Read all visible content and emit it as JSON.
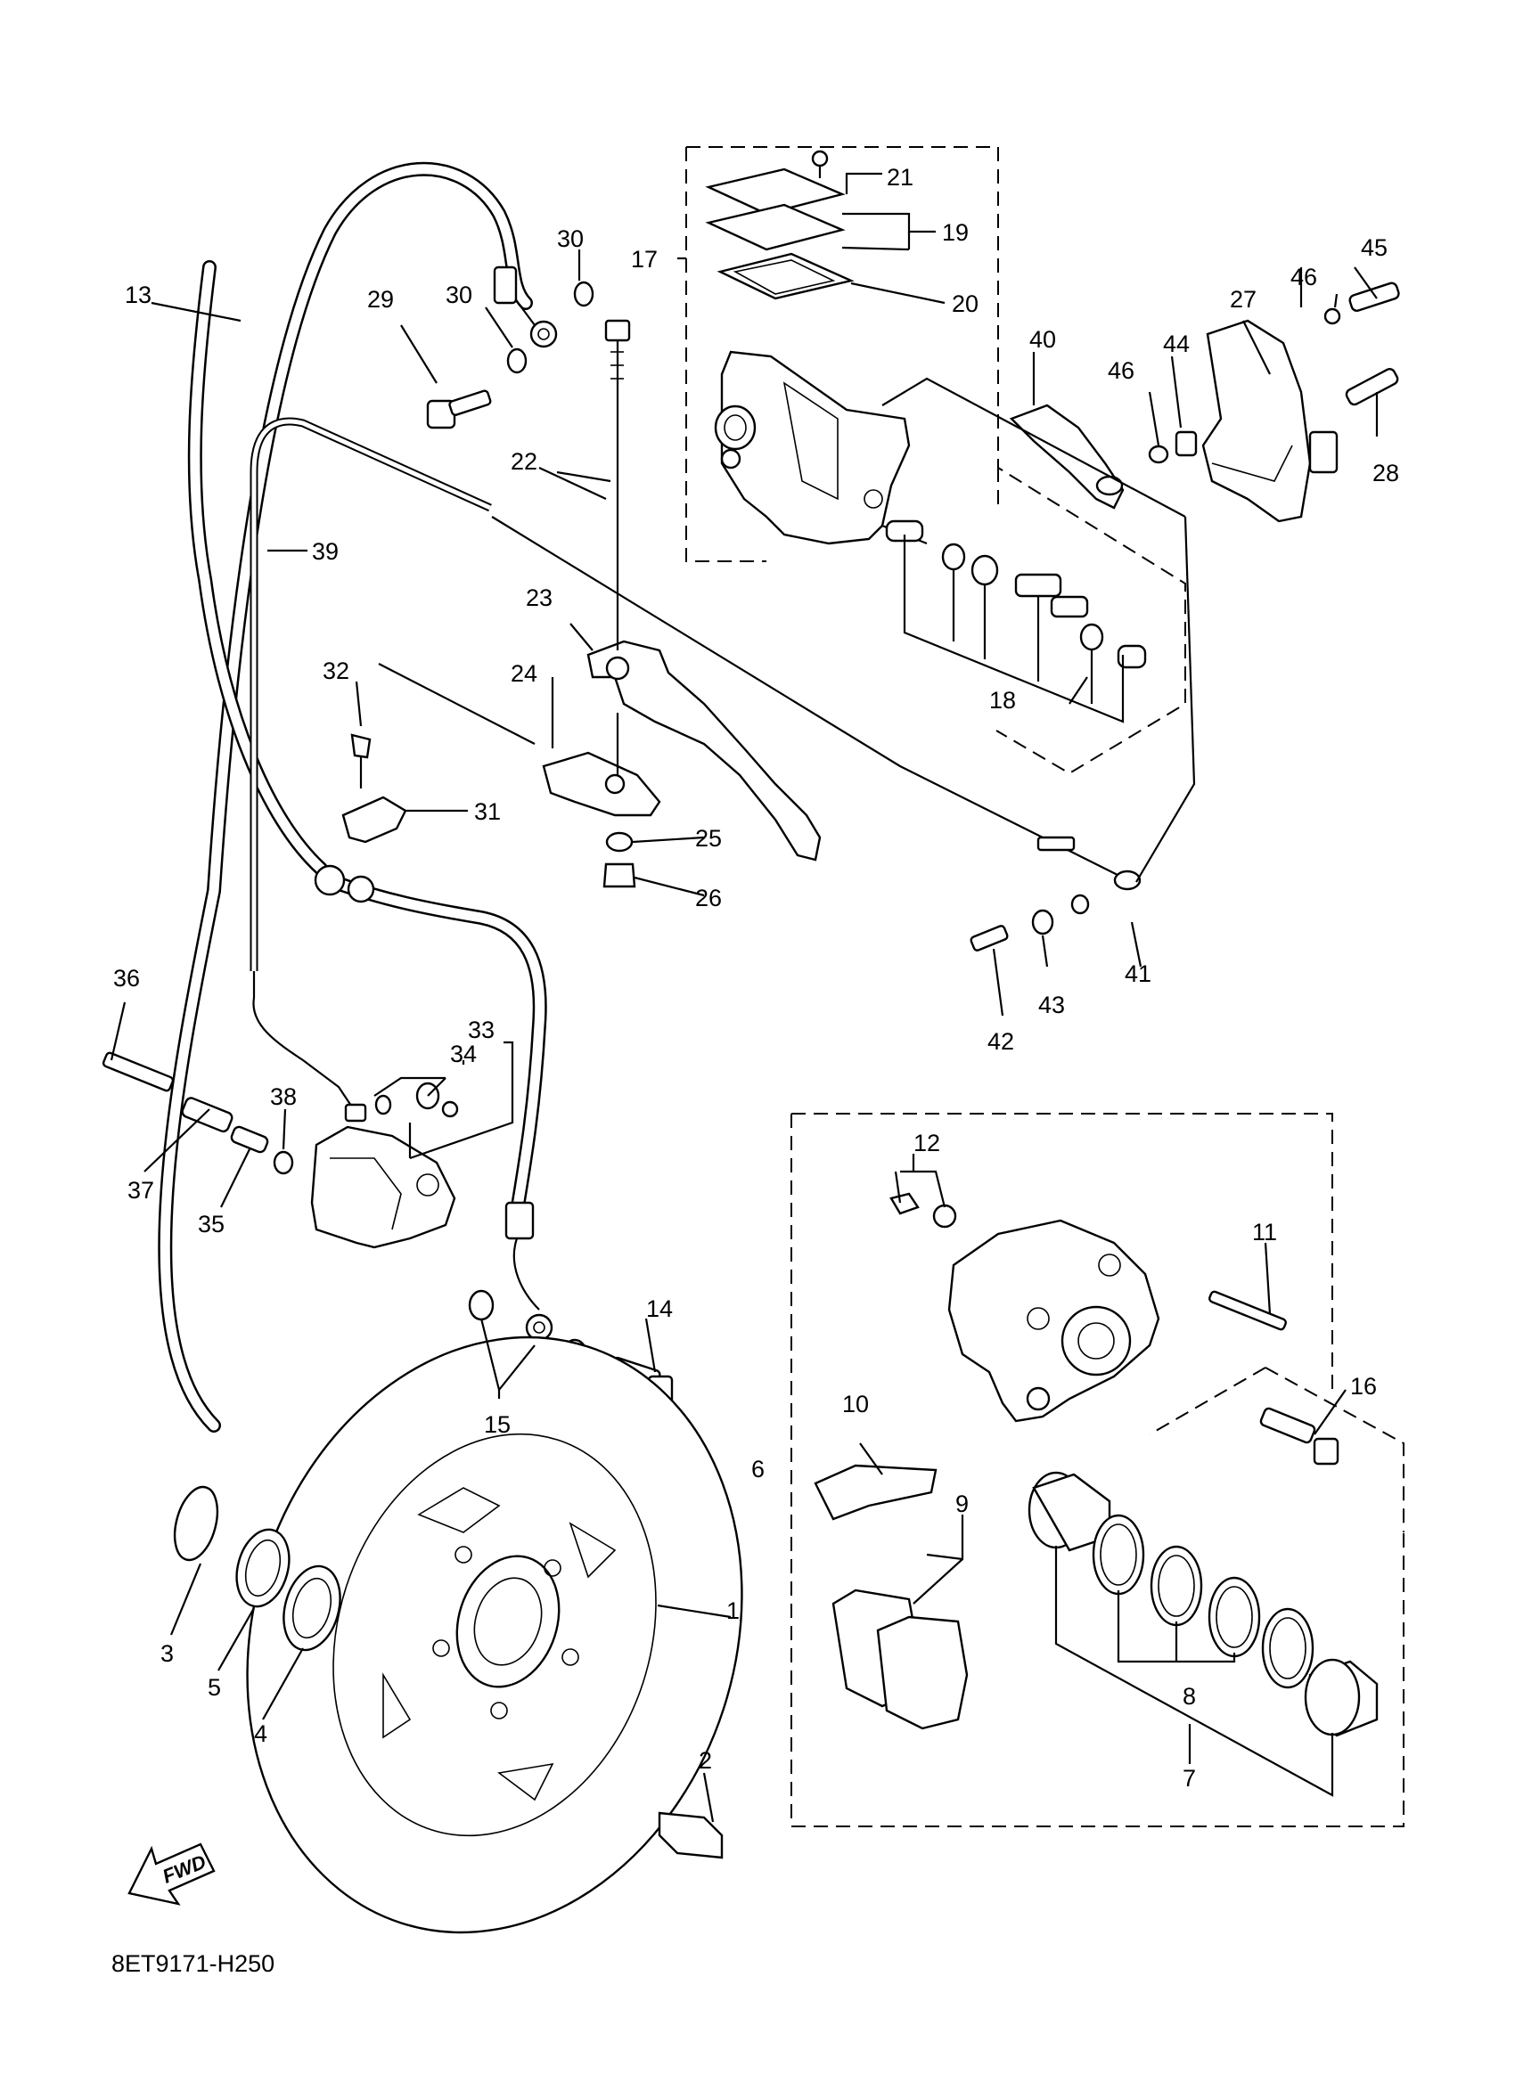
{
  "diagram": {
    "code": "8ET9171-H250",
    "fwd_label": "FWD",
    "callouts": [
      "1",
      "2",
      "3",
      "4",
      "5",
      "6",
      "7",
      "8",
      "9",
      "10",
      "11",
      "12",
      "13",
      "14",
      "15",
      "16",
      "17",
      "18",
      "19",
      "20",
      "21",
      "22",
      "23",
      "24",
      "25",
      "26",
      "27",
      "28",
      "29",
      "30",
      "30",
      "31",
      "32",
      "33",
      "34",
      "35",
      "36",
      "37",
      "38",
      "39",
      "40",
      "41",
      "42",
      "43",
      "44",
      "45",
      "46",
      "46"
    ]
  }
}
